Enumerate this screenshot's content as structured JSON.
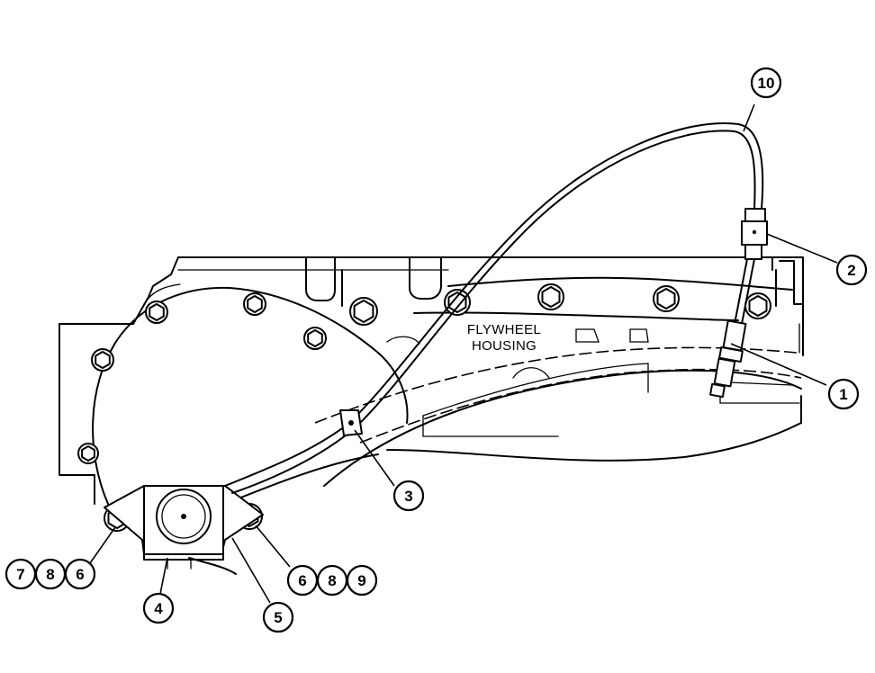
{
  "diagram": {
    "part_label": [
      "FLYWHEEL",
      "HOUSING"
    ],
    "callouts": {
      "c1": "1",
      "c2": "2",
      "c3": "3",
      "c4": "4",
      "c5": "5",
      "c10": "10",
      "left_group": [
        "7",
        "8",
        "6"
      ],
      "right_group": [
        "6",
        "8",
        "9"
      ]
    }
  }
}
